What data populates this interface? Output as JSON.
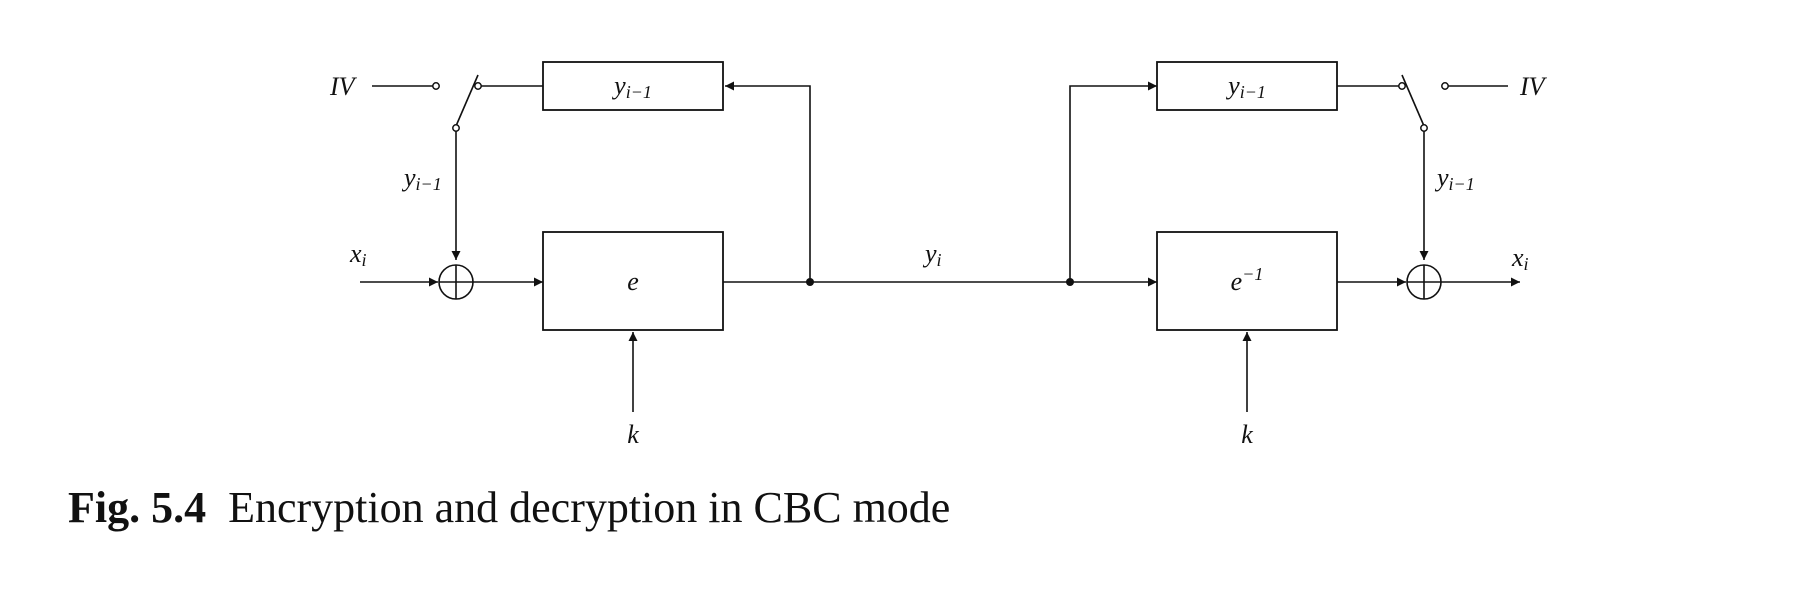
{
  "diagram": {
    "enc": {
      "iv": "IV",
      "reg_var": "y",
      "reg_sub": "i−1",
      "fb_var": "y",
      "fb_sub": "i−1",
      "in_var": "x",
      "in_sub": "i",
      "cipher": "e",
      "key": "k"
    },
    "channel": {
      "var": "y",
      "sub": "i"
    },
    "dec": {
      "iv": "IV",
      "reg_var": "y",
      "reg_sub": "i−1",
      "fb_var": "y",
      "fb_sub": "i−1",
      "out_var": "x",
      "out_sub": "i",
      "cipher_base": "e",
      "cipher_sup": "−1",
      "key": "k"
    }
  },
  "caption": {
    "label": "Fig. 5.4",
    "text": "Encryption and decryption in CBC mode"
  }
}
